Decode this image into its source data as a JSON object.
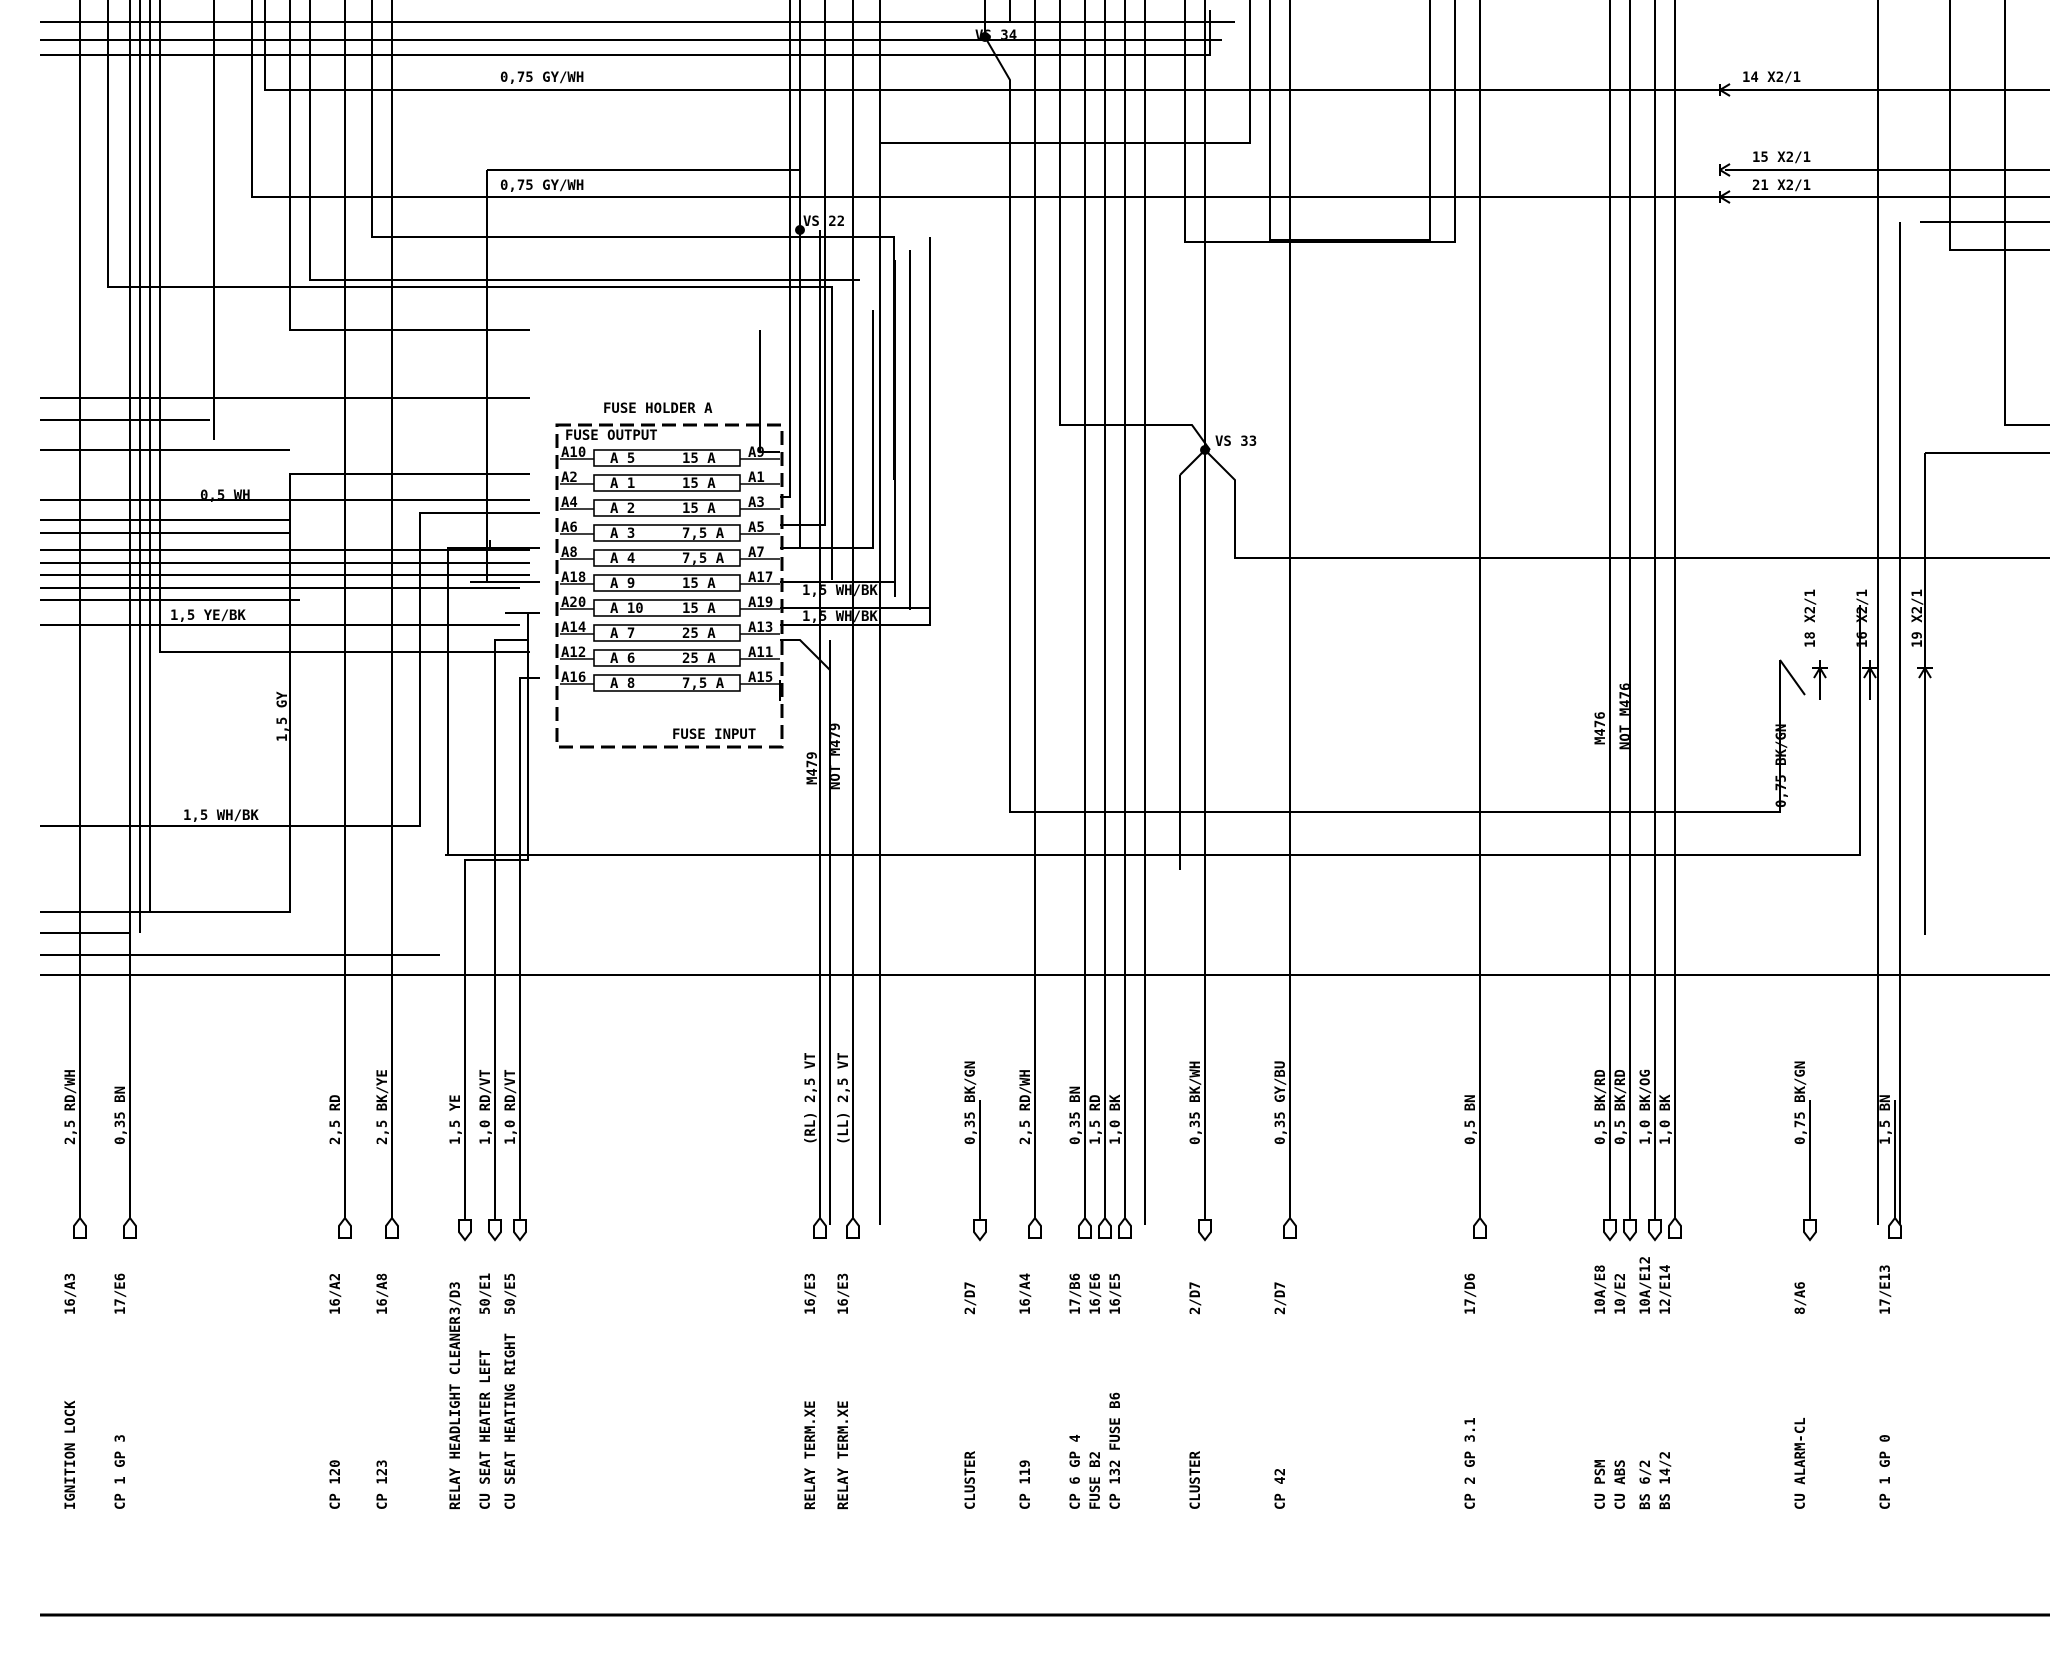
{
  "fuse_holder": {
    "title": "FUSE HOLDER A",
    "output_label": "FUSE OUTPUT",
    "input_label": "FUSE INPUT",
    "fuses": [
      {
        "in": "A10",
        "fuse": "A 5",
        "rating": "15 A",
        "out": "A9"
      },
      {
        "in": "A2",
        "fuse": "A 1",
        "rating": "15 A",
        "out": "A1"
      },
      {
        "in": "A4",
        "fuse": "A 2",
        "rating": "15 A",
        "out": "A3"
      },
      {
        "in": "A6",
        "fuse": "A 3",
        "rating": "7,5 A",
        "out": "A5"
      },
      {
        "in": "A8",
        "fuse": "A 4",
        "rating": "7,5 A",
        "out": "A7"
      },
      {
        "in": "A18",
        "fuse": "A 9",
        "rating": "15 A",
        "out": "A17"
      },
      {
        "in": "A20",
        "fuse": "A 10",
        "rating": "15 A",
        "out": "A19"
      },
      {
        "in": "A14",
        "fuse": "A 7",
        "rating": "25 A",
        "out": "A13"
      },
      {
        "in": "A12",
        "fuse": "A 6",
        "rating": "25 A",
        "out": "A11"
      },
      {
        "in": "A16",
        "fuse": "A 8",
        "rating": "7,5 A",
        "out": "A15"
      }
    ]
  },
  "splices": {
    "vs34": "VS 34",
    "vs22": "VS 22",
    "vs33": "VS 33"
  },
  "wire_labels": {
    "gywh_top": "0,75 GY/WH",
    "gywh_mid": "0,75 GY/WH",
    "wh_05": "0,5 WH",
    "yebk_15": "1,5 YE/BK",
    "gy_15": "1,5 GY",
    "whbk_left": "1,5 WH/BK",
    "whbk_a17": "1,5 WH/BK",
    "whbk_a19": "1,5 WH/BK",
    "bkgn_075": "0,75 BK/GN",
    "m479": "M479",
    "not_m479": "NOT M479",
    "m476": "M476",
    "not_m476": "NOT M476"
  },
  "x21_connectors": [
    "14 X2/1",
    "15 X2/1",
    "21 X2/1",
    "18 X2/1",
    "16 X2/1",
    "19 X2/1"
  ],
  "bottom_wires": [
    [
      "2,5 RD/WH"
    ],
    [
      "0,35 BN"
    ],
    [
      "2,5 RD"
    ],
    [
      "2,5 BK/YE"
    ],
    [
      "1,5 YE",
      "1,0 RD/VT",
      "1,0 RD/VT"
    ],
    [
      "(RL)  2,5 VT",
      "(LL)  2,5 VT"
    ],
    [
      "0,35 BK/GN"
    ],
    [
      "2,5 RD/WH"
    ],
    [
      "0,35 BN",
      "1,5 RD",
      "1,0 BK"
    ],
    [
      "0,35 BK/WH"
    ],
    [
      "0,35 GY/BU"
    ],
    [
      "0,5 BN"
    ],
    [
      "0,5 BK/RD",
      "0,5 BK/RD",
      "1,0 BK/OG",
      "1,0 BK"
    ],
    [
      "0,75 BK/GN"
    ],
    [
      "1,5 BN"
    ]
  ],
  "bottom_refs": [
    [
      "16/A3"
    ],
    [
      "17/E6"
    ],
    [
      "16/A2"
    ],
    [
      "16/A8"
    ],
    [
      "3/D3",
      "50/E1",
      "50/E5"
    ],
    [
      "16/E3",
      "16/E3"
    ],
    [
      "2/D7"
    ],
    [
      "16/A4"
    ],
    [
      "17/B6",
      "16/E6",
      "16/E5"
    ],
    [
      "2/D7"
    ],
    [
      "2/D7"
    ],
    [
      "17/D6"
    ],
    [
      "10A/E8",
      "10/E2",
      "10A/E12",
      "12/E14"
    ],
    [
      "8/A6"
    ],
    [
      "17/E13"
    ]
  ],
  "bottom_names": [
    [
      "IGNITION LOCK"
    ],
    [
      "CP 1 GP 3"
    ],
    [
      "CP 120"
    ],
    [
      "CP 123"
    ],
    [
      "RELAY HEADLIGHT CLEANER",
      "CU SEAT HEATER LEFT",
      "CU SEAT HEATING RIGHT"
    ],
    [
      "RELAY TERM.XE",
      "RELAY TERM.XE"
    ],
    [
      "CLUSTER"
    ],
    [
      "CP 119"
    ],
    [
      "CP 6 GP 4",
      "FUSE B2",
      "CP 132 FUSE B6"
    ],
    [
      "CLUSTER"
    ],
    [
      "CP 42"
    ],
    [
      "CP 2 GP 3.1"
    ],
    [
      "CU PSM",
      "CU ABS",
      "BS 6/2",
      "BS 14/2"
    ],
    [
      "CU ALARM-CL"
    ],
    [
      "CP 1 GP 0"
    ]
  ]
}
